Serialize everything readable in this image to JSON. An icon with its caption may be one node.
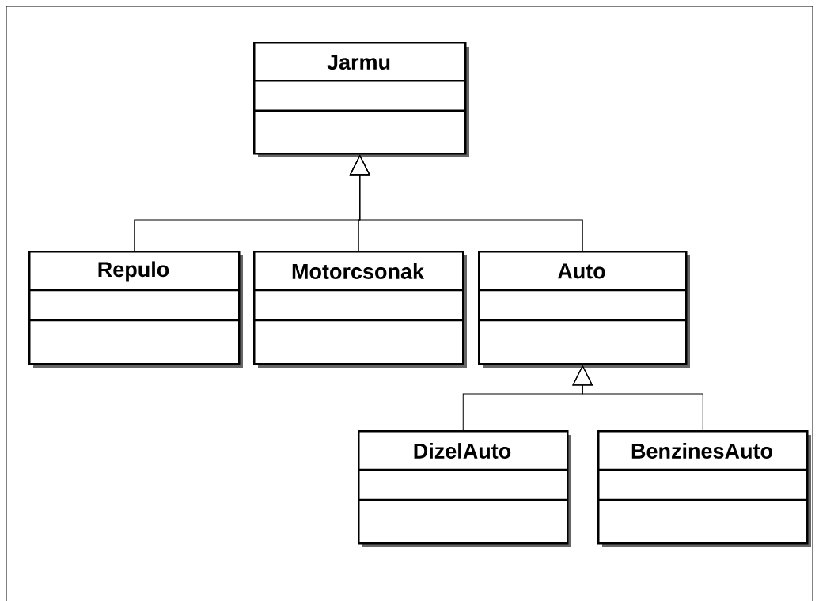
{
  "diagram": {
    "nodes": [
      {
        "text": [
          "Jarmu"
        ]
      },
      {
        "text": [
          "Repulo"
        ]
      },
      {
        "text": [
          "Motorcsonak"
        ]
      },
      {
        "text": [
          "Auto"
        ]
      },
      {
        "text": [
          "DizelAuto"
        ]
      },
      {
        "text": [
          "BenzinesAuto"
        ]
      }
    ],
    "edges": [
      {
        "from": 1,
        "to": 0,
        "arrow": "to"
      },
      {
        "from": 2,
        "to": 0,
        "arrow": "to"
      },
      {
        "from": 3,
        "to": 0,
        "arrow": "to"
      },
      {
        "from": 4,
        "to": 3,
        "arrow": "to"
      },
      {
        "from": 5,
        "to": 3,
        "arrow": "to"
      }
    ]
  }
}
